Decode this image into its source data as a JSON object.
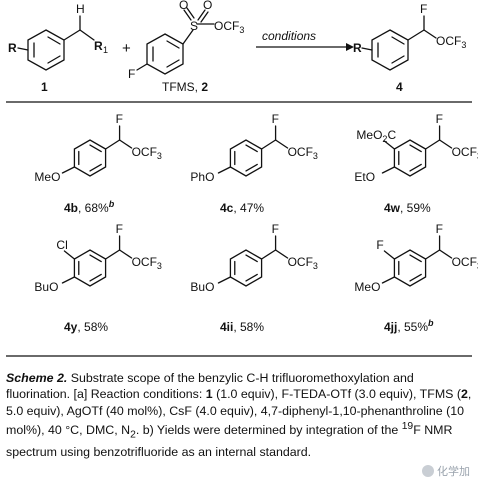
{
  "reaction": {
    "substrate_R": "R",
    "substrate_R1": "R",
    "substrate_R1_sub": "1",
    "substrate_H": "H",
    "plus": "+",
    "reagent_F": "F",
    "reagent_group": "OCF",
    "reagent_group_sub": "3",
    "reagent_S": "S",
    "reagent_O": "O",
    "reagent_name": "TFMS, ",
    "reagent_num": "2",
    "arrow_label": "conditions",
    "substrate_num": "1",
    "product_R": "R",
    "product_F": "F",
    "product_group": "OCF",
    "product_group_sub": "3",
    "product_num": "4"
  },
  "products": [
    {
      "sub": "MeO",
      "sub2": "",
      "id": "4b",
      "yield": ", 68%",
      "note": "b"
    },
    {
      "sub": "PhO",
      "sub2": "",
      "id": "4c",
      "yield": ", 47%",
      "note": ""
    },
    {
      "sub": "EtO",
      "sub2": "MeO",
      "sub2b": "C",
      "id": "4w",
      "yield": ", 59%",
      "note": ""
    },
    {
      "sub": "BuO",
      "sub2": "Cl",
      "id": "4y",
      "yield": ", 58%",
      "note": ""
    },
    {
      "sub": "BuO",
      "sub2": "",
      "id": "4ii",
      "yield": ", 58%",
      "note": ""
    },
    {
      "sub": "MeO",
      "sub2": "F",
      "id": "4jj",
      "yield": ", 55%",
      "note": "b"
    }
  ],
  "caption": {
    "title": "Scheme 2.",
    "text_1": " Substrate scope of the benzylic C-H trifluoromethoxylation and fluorination. [a] Reaction conditions: ",
    "n1": "1",
    "text_2": " (1.0 equiv), F-TEDA-OTf (3.0 equiv), TFMS (",
    "n2": "2",
    "text_3": ", 5.0 equiv), AgOTf (40 mol%), CsF (4.0 equiv), 4,7-diphenyl-1,10-phenanthroline (10 mol%), 40 °C, DMC, N",
    "n2sub": "2",
    "text_4": ". b) Yields were determined by integration of the ",
    "sup19": "19",
    "text_5": "F NMR spectrum using benzotrifluoride as an internal standard."
  },
  "watermark": "化学加"
}
